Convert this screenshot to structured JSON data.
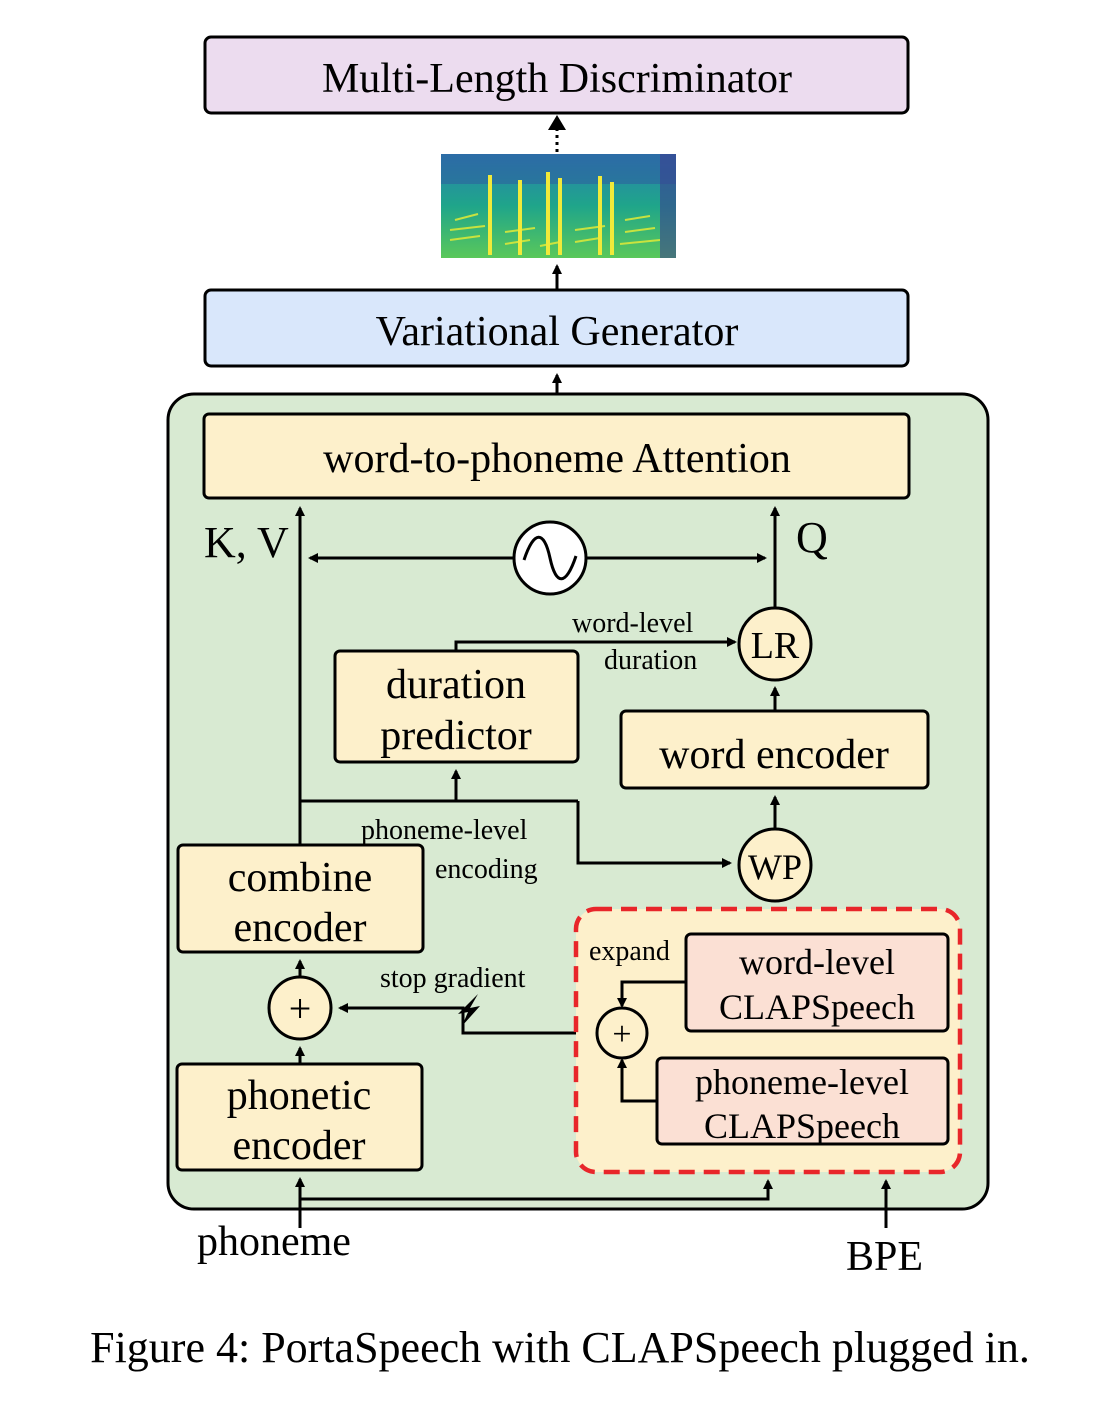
{
  "blocks": {
    "discriminator": "Multi-Length Discriminator",
    "generator": "Variational Generator",
    "attention": "word-to-phoneme Attention",
    "duration_line1": "duration",
    "duration_line2": "predictor",
    "word_encoder": "word encoder",
    "combine_line1": "combine",
    "combine_line2": "encoder",
    "phonetic_line1": "phonetic",
    "phonetic_line2": "encoder",
    "clap_word_line1": "word-level",
    "clap_word_line2": "CLAPSpeech",
    "clap_phoneme_line1": "phoneme-level",
    "clap_phoneme_line2": "CLAPSpeech"
  },
  "nodes": {
    "lr": "LR",
    "wp": "WP",
    "plus": "+"
  },
  "labels": {
    "kv": "K, V",
    "q": "Q",
    "word_level": "word-level",
    "duration": "duration",
    "phoneme_level": "phoneme-level",
    "encoding": "encoding",
    "stop_gradient": "stop gradient",
    "expand": "expand",
    "phoneme": "phoneme",
    "bpe": "BPE"
  },
  "caption": "Figure 4: PortaSpeech with CLAPSpeech plugged in.",
  "colors": {
    "discriminator_fill": "#ecdcef",
    "generator_fill": "#d9e7fb",
    "container_fill": "#d8ead2",
    "module_fill": "#fdf0cb",
    "clap_fill": "#fbe0d4",
    "dashed_border": "#e8262a"
  }
}
